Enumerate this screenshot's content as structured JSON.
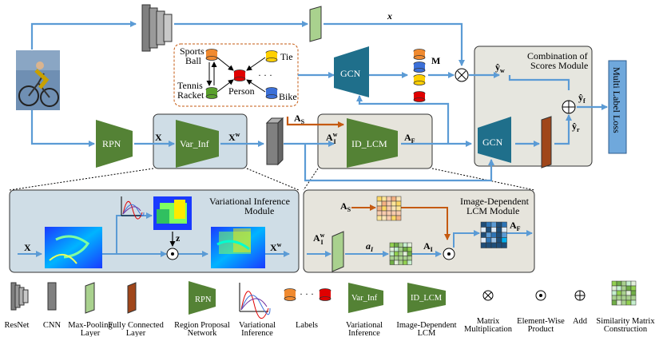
{
  "labels": {
    "x_feat": "x",
    "y_w": "ŷ",
    "y_w_sub": "w",
    "M": "M",
    "A_S": "A",
    "A_S_sub": "S",
    "X": "X",
    "Xw": "X",
    "Xw_sup": "w",
    "AIw": "A",
    "AIw_sup": "w",
    "AIw_sub": "I",
    "A_F": "A",
    "A_F_sub": "F",
    "y_f": "ŷ",
    "y_f_sub": "f",
    "y_r": "ŷ",
    "y_r_sub": "r",
    "z": "z",
    "a_I": "a",
    "a_I_sub": "I",
    "A_I": "A",
    "A_I_sub": "I"
  },
  "blocks": {
    "rpn": "RPN",
    "var_inf": "Var_Inf",
    "id_lcm": "ID_LCM",
    "gcn_top": "GCN",
    "gcn_right": "GCN",
    "multi_label_loss": "Multi Label Loss"
  },
  "modules": {
    "combination_line1": "Combination of",
    "combination_line2": "Scores Module",
    "vi_line1": "Variational Inference",
    "vi_line2": "Module",
    "lcm_line1": "Image-Dependent",
    "lcm_line2": "LCM Module"
  },
  "graph": {
    "sports_ball_1": "Sports",
    "sports_ball_2": "Ball",
    "tennis_racket_1": "Tennis",
    "tennis_racket_2": "Racket",
    "person": "Person",
    "tie": "Tie",
    "bike": "Bike",
    "dots": "· · ·"
  },
  "legend": {
    "resnet": "ResNet",
    "cnn": "CNN",
    "maxpool_1": "Max-Pooling",
    "maxpool_2": "Layer",
    "fc_1": "Fully Connected",
    "fc_2": "Layer",
    "rpn_icon": "RPN",
    "rpn_1": "Region Proposal",
    "rpn_2": "Network",
    "vi_1": "Variational",
    "vi_2": "Inference",
    "labels": "Labels",
    "varinf_icon": "Var_Inf",
    "varinf_1": "Variational",
    "varinf_2": "Inference",
    "idlcm_icon": "ID_LCM",
    "idlcm_1": "Image-Dependent",
    "idlcm_2": "LCM",
    "matmul_1": "Matrix",
    "matmul_2": "Multiplication",
    "ewp_1": "Element-Wise",
    "ewp_2": "Product",
    "add": "Add",
    "sim_1": "Similarity Matrix",
    "sim_2": "Construction"
  },
  "colors": {
    "arrow_blue": "#5b9bd5",
    "arrow_orange": "#c55a11",
    "block_green": "#548235",
    "gcn_teal": "#1f6f8b",
    "panel_blue": "#cfdde6",
    "panel_gray": "#e6e4dc",
    "fc_brown": "#a0461a",
    "maxpool_green": "#a9d18e",
    "loss_blue": "#6fa8dc"
  }
}
